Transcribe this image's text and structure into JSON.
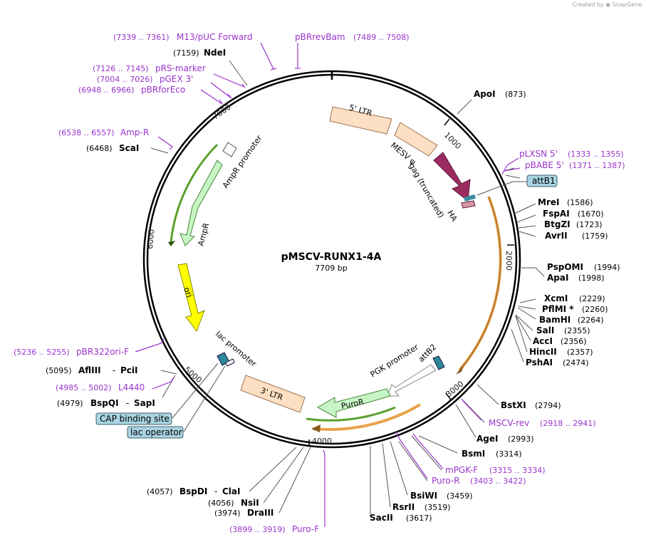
{
  "credit": {
    "created_by": "Created by",
    "brand": "SnapGene"
  },
  "plasmid": {
    "name": "pMSCV-RUNX1-4A",
    "size": "7709 bp"
  },
  "ticks": [
    "1000",
    "2000",
    "3000",
    "4000",
    "5000",
    "6000",
    "7000"
  ],
  "features": {
    "ltr5": "5' LTR",
    "msev": "MESV ψ",
    "gag": "gag (truncated)",
    "ha": "HA",
    "pgk": "PGK promoter",
    "attb2": "attB2",
    "puror": "PuroR",
    "ltr3": "3' LTR",
    "lacprom": "lac promoter",
    "ori": "ori",
    "ampr": "AmpR",
    "amprprom": "AmpR promoter"
  },
  "colors": {
    "ltr": "#fde0c3",
    "gag": "#9a2b5e",
    "puro": "#c7f5c5",
    "amp": "#c7f5c5",
    "ori": "#ffff00",
    "primer": "#9933cc",
    "box": "#a8d3e0",
    "orf_orange": "#e8a34a",
    "orf_green": "#5aa02c"
  },
  "labels": {
    "r1": {
      "enz": "ApoI",
      "pos": "(873)"
    },
    "r2": {
      "primer": "pLXSN 5'",
      "range": "(1333 .. 1355)"
    },
    "r3": {
      "primer": "pBABE 5'",
      "range": "(1371 .. 1387)"
    },
    "r4": {
      "box": "attB1"
    },
    "r5": {
      "enz": "MreI",
      "pos": "(1586)"
    },
    "r6": {
      "enz": "FspAI",
      "pos": "(1670)"
    },
    "r7": {
      "enz": "BtgZI",
      "pos": "(1723)"
    },
    "r8": {
      "enz": "AvrII",
      "pos": "(1759)"
    },
    "r9": {
      "enz": "PspOMI",
      "pos": "(1994)"
    },
    "r10": {
      "enz": "ApaI",
      "pos": "(1998)"
    },
    "r11": {
      "enz": "XcmI",
      "pos": "(2229)"
    },
    "r12": {
      "enz": "PflMI *",
      "pos": "(2260)"
    },
    "r13": {
      "enz": "BamHI",
      "pos": "(2264)"
    },
    "r14": {
      "enz": "SalI",
      "pos": "(2355)"
    },
    "r15": {
      "enz": "AccI",
      "pos": "(2356)"
    },
    "r16": {
      "enz": "HincII",
      "pos": "(2357)"
    },
    "r17": {
      "enz": "PshAI",
      "pos": "(2474)"
    },
    "r18": {
      "enz": "BstXI",
      "pos": "(2794)"
    },
    "r19": {
      "primer": "MSCV-rev",
      "range": "(2918 .. 2941)"
    },
    "r20": {
      "enz": "AgeI",
      "pos": "(2993)"
    },
    "r21": {
      "enz": "BsmI",
      "pos": "(3314)"
    },
    "r22": {
      "primer": "mPGK-F",
      "range": "(3315 .. 3334)"
    },
    "r23": {
      "primer": "Puro-R",
      "range": "(3403 .. 3422)"
    },
    "r24": {
      "enz": "BsiWI",
      "pos": "(3459)"
    },
    "r25": {
      "enz": "RsrII",
      "pos": "(3519)"
    },
    "r26": {
      "enz": "SacII",
      "pos": "(3617)"
    },
    "l1": {
      "primer": "M13/pUC Forward",
      "range": "(7339 .. 7361)"
    },
    "l1b": {
      "primer": "pBRrevBam",
      "range": "(7489 .. 7508)"
    },
    "l2": {
      "enz": "NdeI",
      "pos": "(7159)"
    },
    "l3": {
      "primer": "pRS-marker",
      "range": "(7126 .. 7145)"
    },
    "l4": {
      "primer": "pGEX 3'",
      "range": "(7004 .. 7026)"
    },
    "l5": {
      "primer": "pBRforEco",
      "range": "(6948 .. 6966)"
    },
    "l6": {
      "primer": "Amp-R",
      "range": "(6538 .. 6557)"
    },
    "l7": {
      "enz": "ScaI",
      "pos": "(6468)"
    },
    "l8": {
      "primer": "pBR322ori-F",
      "range": "(5236 .. 5255)"
    },
    "l9": {
      "enz": "AflIII",
      "enz2": "PciI",
      "pos": "(5095)"
    },
    "l10": {
      "primer": "L4440",
      "range": "(4985 .. 5002)"
    },
    "l11": {
      "enz": "BspQI",
      "enz2": "SapI",
      "pos": "(4979)"
    },
    "l12": {
      "box": "CAP binding site"
    },
    "l13": {
      "box": "lac operator"
    },
    "l14": {
      "enz": "BspDI",
      "enz2": "ClaI",
      "pos": "(4057)"
    },
    "l15": {
      "enz": "NsiI",
      "pos": "(4056)"
    },
    "l16": {
      "enz": "DraIII",
      "pos": "(3974)"
    },
    "l17": {
      "primer": "Puro-F",
      "range": "(3899 .. 3919)"
    }
  }
}
